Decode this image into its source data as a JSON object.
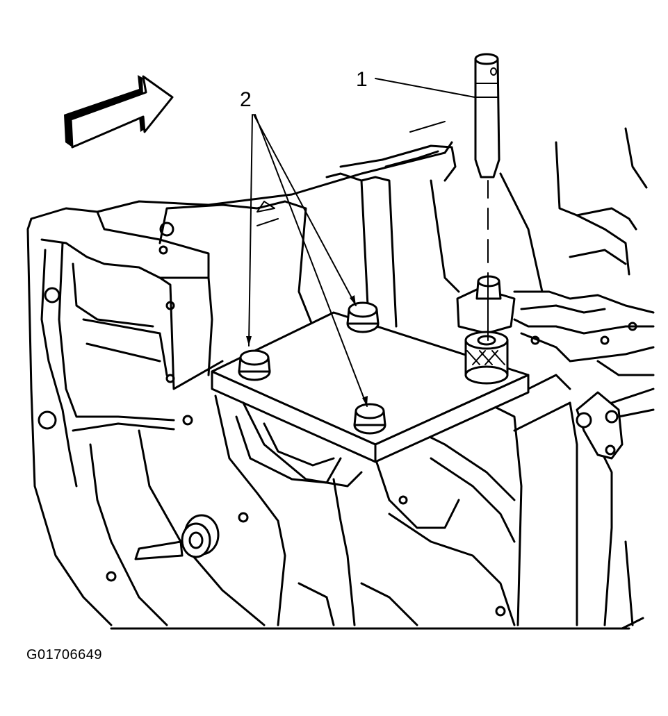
{
  "callouts": [
    {
      "label": "1"
    },
    {
      "label": "2"
    }
  ],
  "figure_id": "G01706649"
}
